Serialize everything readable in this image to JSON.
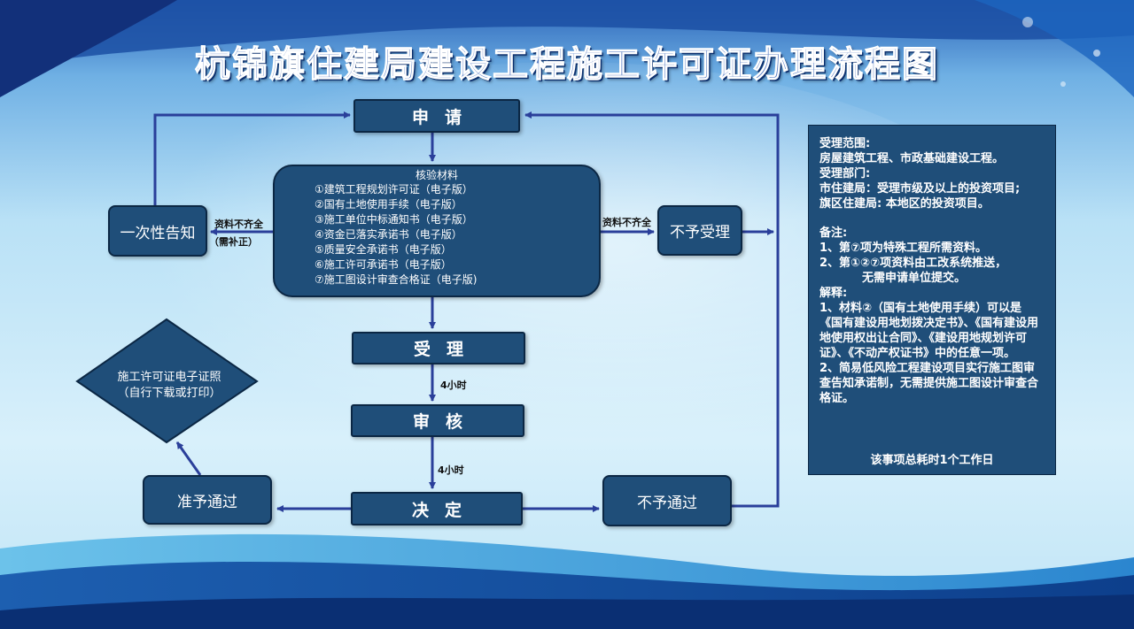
{
  "title": "杭锦旗住建局建设工程施工许可证办理流程图",
  "steps": {
    "apply": "申请",
    "accept": "受理",
    "review": "审核",
    "decide": "决定"
  },
  "materials": {
    "title": "核验材料",
    "items": [
      "①建筑工程规划许可证（电子版）",
      "②国有土地使用手续（电子版）",
      "③施工单位中标通知书（电子版）",
      "④资金已落实承诺书（电子版）",
      "⑤质量安全承诺书（电子版）",
      "⑥施工许可承诺书（电子版）",
      "⑦施工图设计审查合格证（电子版)"
    ]
  },
  "side_boxes": {
    "one_time_notice": "一次性告知",
    "not_accepted": "不予受理",
    "approved": "准予通过",
    "not_approved": "不予通过"
  },
  "labels": {
    "incomplete_left": "资料不齐全",
    "incomplete_left_sub": "（需补正）",
    "incomplete_right": "资料不齐全",
    "time_accept_review": "4小时",
    "time_review_decide": "4小时"
  },
  "certificate": {
    "line1": "施工许可证电子证照",
    "line2": "（自行下载或打印）"
  },
  "info_panel": {
    "scope_title": "受理范围:",
    "scope_text": "房屋建筑工程、市政基础建设工程。",
    "dept_title": "受理部门:",
    "dept_city": "市住建局：受理市级及以上的投资项目;",
    "dept_banner": "旗区住建局: 本地区的投资项目。",
    "notes_title": "备注:",
    "note1": "1、第⑦项为特殊工程所需资料。",
    "note2": "2、第①②⑦项资料由工改系统推送，",
    "note2b": "无需申请单位提交。",
    "explain_title": "解释:",
    "explain1": "1、材料②（国有土地使用手续）可以是《国有建设用地划拨决定书》、《国有建设用地使用权出让合同》、《建设用地规划许可证》、《不动产权证书》中的任意一项。",
    "explain2": "2、简易低风险工程建设项目实行施工图审查告知承诺制，无需提供施工图设计审查合格证。",
    "footer": "该事项总耗时1个工作日"
  },
  "colors": {
    "box_fill": "#1f4e79",
    "arrow": "#2a3f9a",
    "title_fill": "#5b7fc4"
  }
}
